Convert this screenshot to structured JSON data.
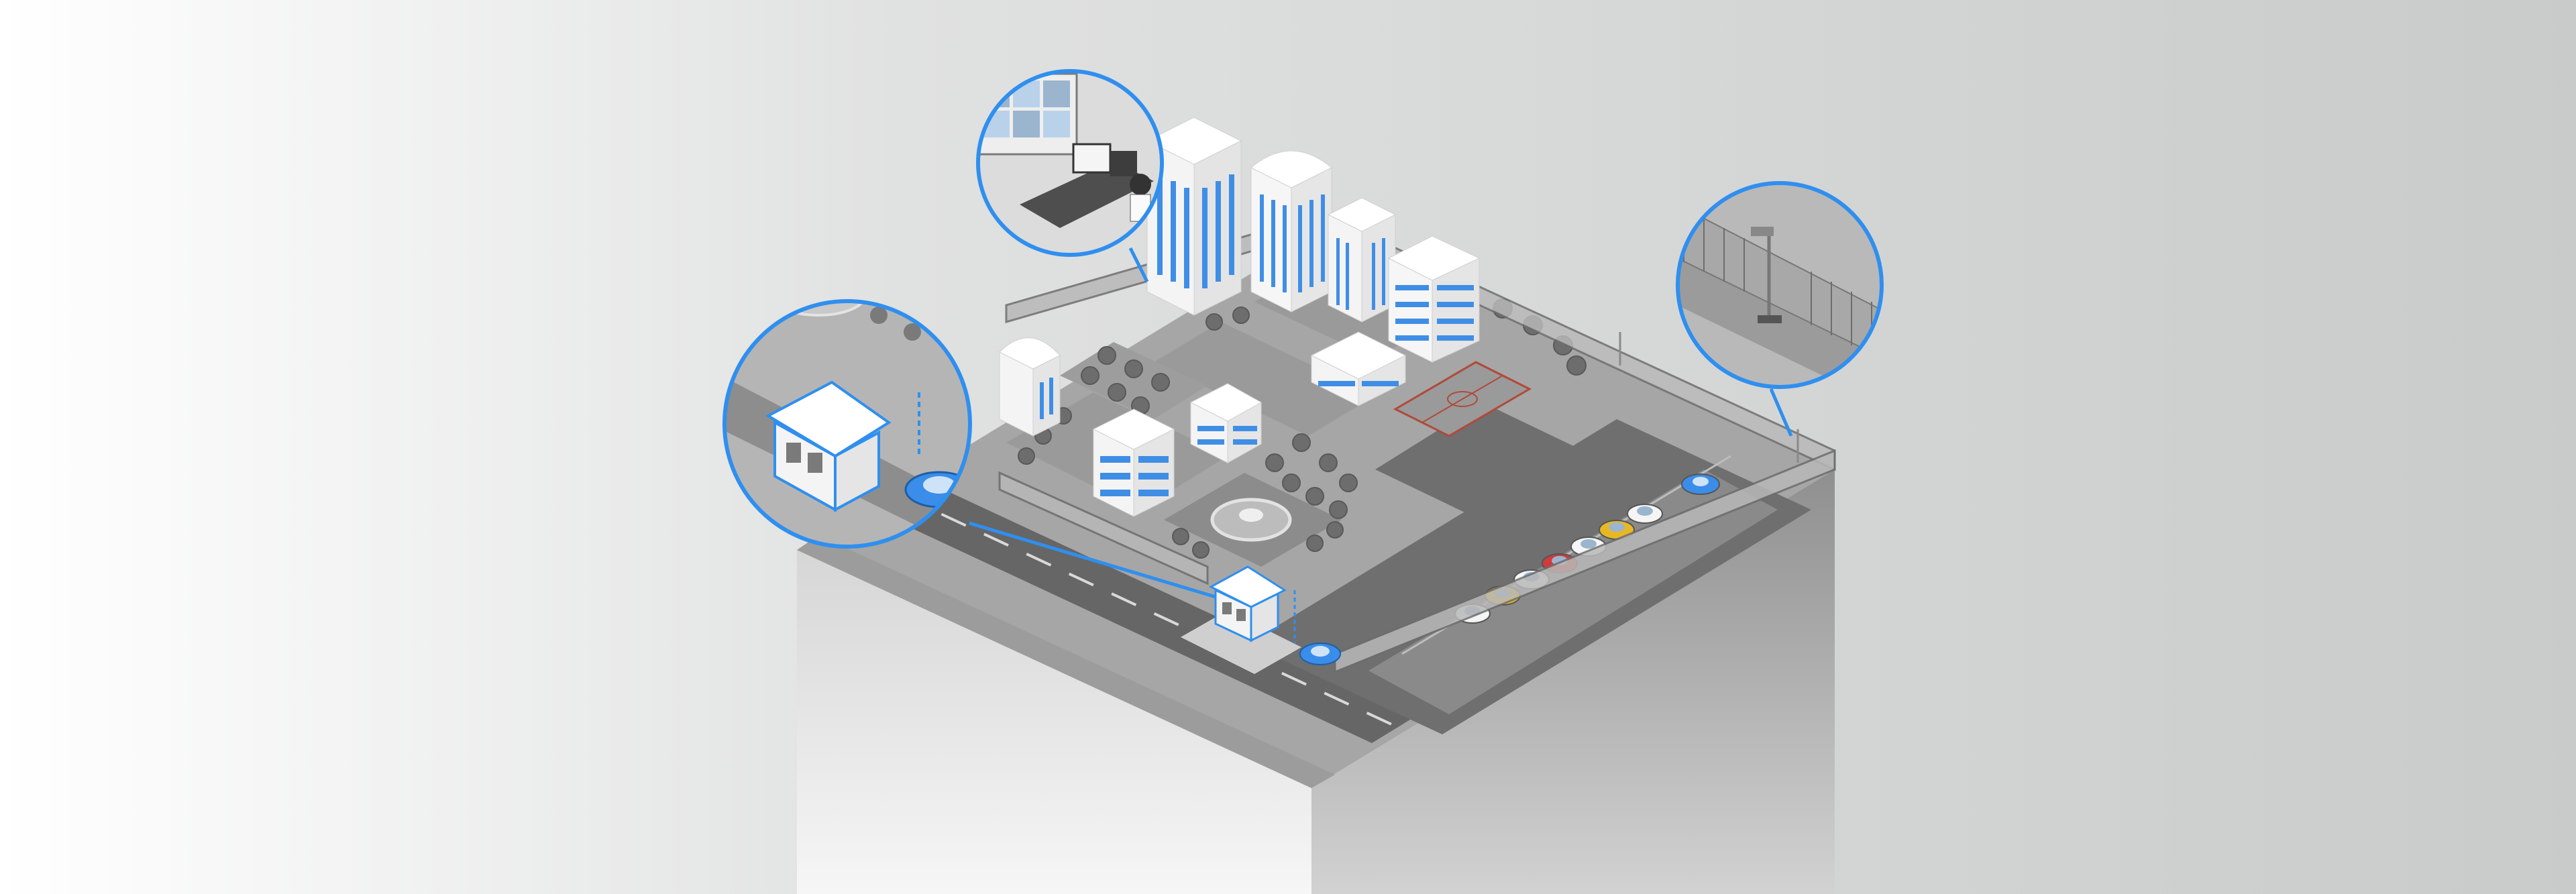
{
  "scene": {
    "kind": "isometric-campus-security-illustration",
    "text": []
  },
  "colors": {
    "background_left": "#ffffff",
    "background_right": "#c9cbcb",
    "accent_blue": "#2f8fef",
    "building_light": "#f4f4f4",
    "window_blue": "#3f8ee6",
    "asphalt": "#6b6b6b",
    "pavement": "#a9a9a9",
    "lawn": "#9a9a9a",
    "tree": "#6d6d6d",
    "car_yellow": "#e8b824",
    "car_red": "#d33a3a",
    "car_white": "#f5f5f5",
    "car_blue": "#3a8eea"
  },
  "parked_cars": [
    "white",
    "yellow",
    "white",
    "red",
    "white",
    "yellow",
    "white",
    "white"
  ],
  "icons": [
    "monitoring-room-icon",
    "security-booth-icon",
    "perimeter-camera-icon",
    "car-icon"
  ]
}
